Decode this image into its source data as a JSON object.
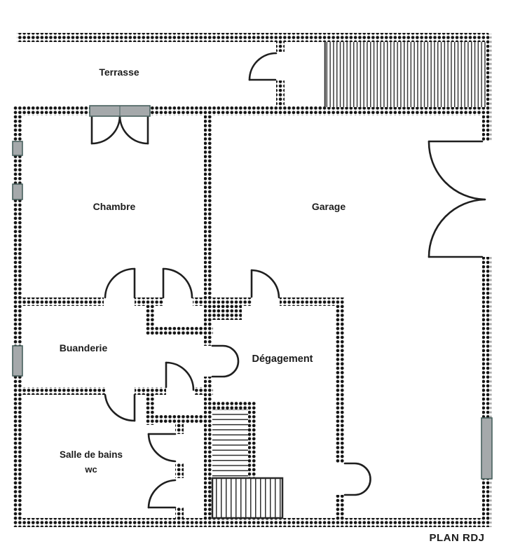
{
  "plan": {
    "title": "PLAN RDJ",
    "rooms": {
      "terrasse": "Terrasse",
      "chambre": "Chambre",
      "garage": "Garage",
      "buanderie": "Buanderie",
      "degagement": "Dégagement",
      "salle_de_bains": "Salle de bains",
      "wc": "wc"
    },
    "colors": {
      "background": "#ffffff",
      "wall_dots": "#141414",
      "door_line": "#1f1f1f",
      "stair_line": "#333333",
      "window_fill": "#a5a9ab",
      "window_stroke": "#48615e",
      "door_header_fill": "#a5a9ab",
      "text": "#1c1c1c"
    }
  }
}
